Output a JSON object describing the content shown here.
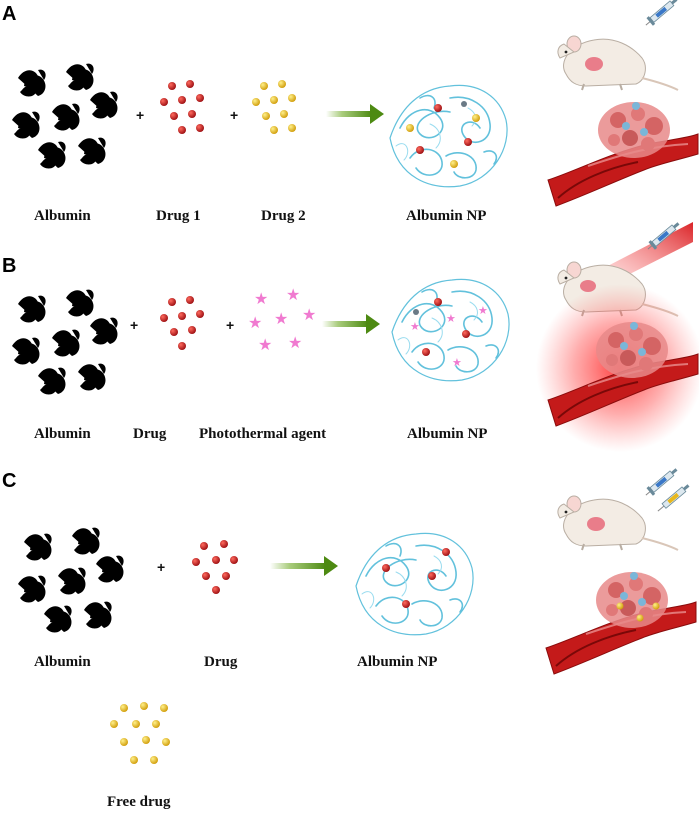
{
  "panels": [
    {
      "letter": "A",
      "labels": [
        "Albumin",
        "Drug 1",
        "Drug 2",
        "Albumin NP"
      ],
      "operators": [
        "+",
        "+"
      ]
    },
    {
      "letter": "B",
      "labels": [
        "Albumin",
        "Drug",
        "Photothermal agent",
        "Albumin NP"
      ],
      "operators": [
        "+",
        "+"
      ]
    },
    {
      "letter": "C",
      "labels": [
        "Albumin",
        "Drug",
        "Albumin NP"
      ],
      "operators": [
        "+"
      ],
      "extra_label": "Free drug"
    }
  ],
  "colors": {
    "albumin": "#62c1dc",
    "drug_red": "#b51518",
    "drug_yellow": "#e8b81c",
    "photothermal_pink": "#f07ad0",
    "arrow_green": "#5f9b1f",
    "vessel_red": "#c41a1a",
    "tumor_pink": "#e88a8a",
    "glow_red": "#ff2a2a"
  },
  "icons": [
    "albumin-cluster-icon",
    "drug-dots-icon",
    "star-icon",
    "arrow-right-icon",
    "nanoparticle-icon",
    "mouse-icon",
    "syringe-icon",
    "blood-vessel-icon",
    "tumor-icon",
    "laser-beam-icon"
  ]
}
